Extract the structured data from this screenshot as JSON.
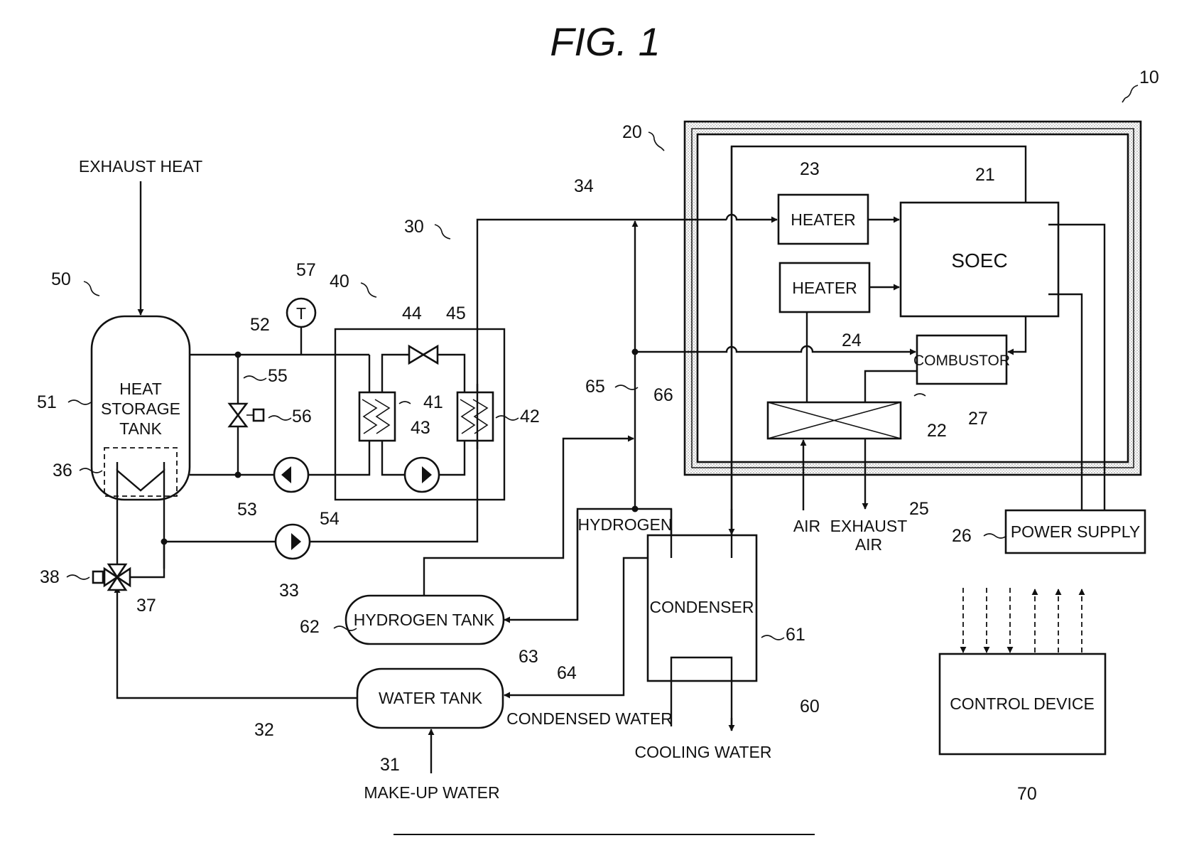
{
  "figure": {
    "title": "FIG. 1",
    "refs": {
      "system": "10",
      "enclosure": "20",
      "soec": "21",
      "heat_exchanger": "22",
      "heater_top": "23",
      "heater_bottom": "24",
      "insulation": "25",
      "power_supply": "26",
      "combustor": "27",
      "water_line": "30",
      "water_tank": "31",
      "line_32": "32",
      "pump_33": "33",
      "line_34": "34",
      "heat_exchanger_36": "36",
      "line_37": "37",
      "valve_38": "38",
      "loop_40": "40",
      "hx_41": "41",
      "hx_42": "42",
      "pump_43": "43",
      "valve_44": "44",
      "line_45": "45",
      "heat_storage": "50",
      "tank_51": "51",
      "line_52": "52",
      "line_53": "53",
      "pump_54": "54",
      "line_55": "55",
      "valve_56": "56",
      "sensor_57": "57",
      "condenser_unit": "60",
      "condenser": "61",
      "hydrogen_tank": "62",
      "line_63": "63",
      "line_64": "64",
      "line_65": "65",
      "line_66": "66",
      "control": "70"
    },
    "labels": {
      "exhaust_heat": "EXHAUST HEAT",
      "heat_storage_tank_1": "HEAT",
      "heat_storage_tank_2": "STORAGE",
      "heat_storage_tank_3": "TANK",
      "heater": "HEATER",
      "soec": "SOEC",
      "combustor": "COMBUSTOR",
      "hydrogen": "HYDROGEN",
      "condenser": "CONDENSER",
      "hydrogen_tank": "HYDROGEN TANK",
      "water_tank": "WATER TANK",
      "condensed_water": "CONDENSED WATER",
      "cooling_water": "COOLING WATER",
      "make_up_water": "MAKE-UP WATER",
      "air": "AIR",
      "exhaust_air_1": "EXHAUST",
      "exhaust_air_2": "AIR",
      "power_supply": "POWER SUPPLY",
      "control_device": "CONTROL DEVICE",
      "temperature_symbol": "T"
    }
  }
}
